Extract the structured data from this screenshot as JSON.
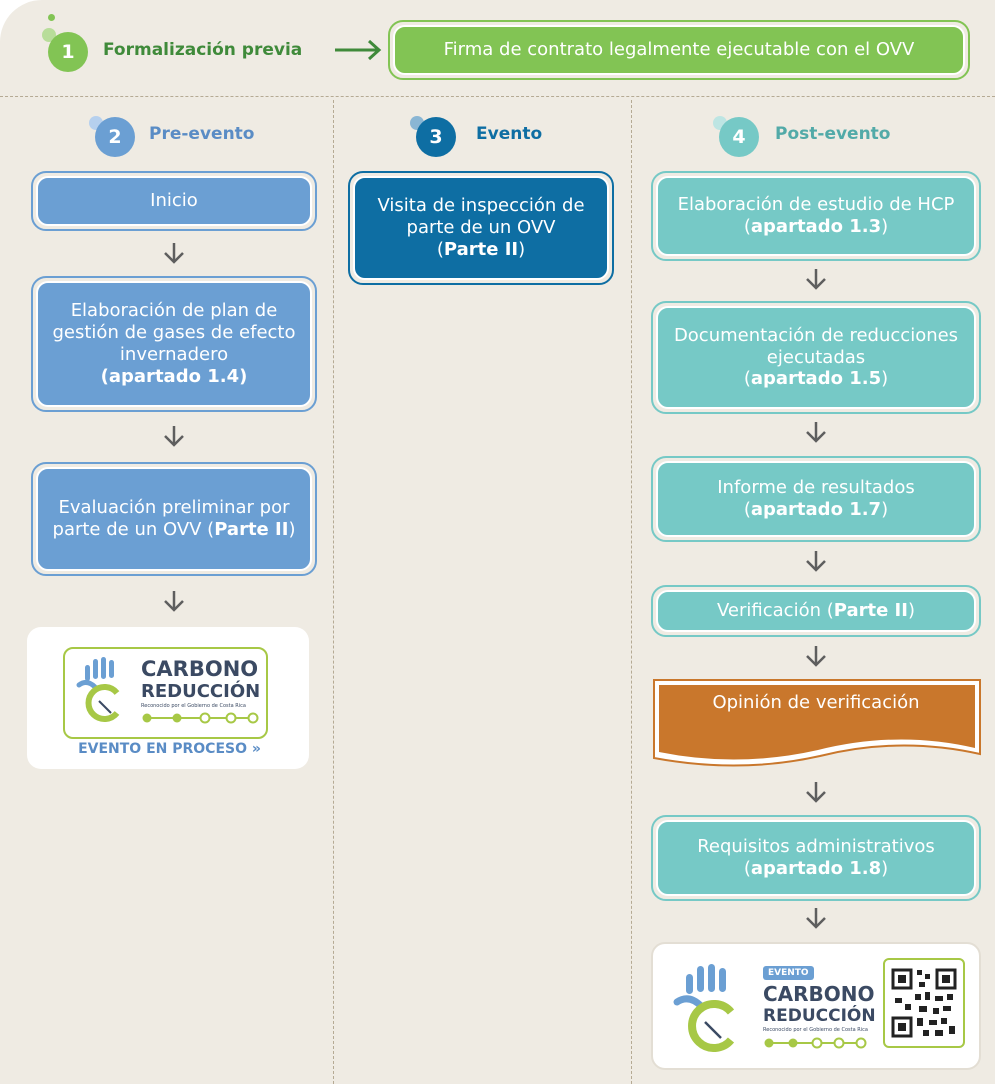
{
  "header": {
    "number": "1",
    "title": "Formalización previa",
    "box_text": "Firma de contrato legalmente ejecutable con el OVV"
  },
  "colors": {
    "background": "#efebe3",
    "green": "#82c454",
    "green_dark": "#3f8a3a",
    "blue": "#6b9fd3",
    "dark_blue": "#0e6ea3",
    "teal": "#76c9c6",
    "orange": "#c9772c",
    "arrow": "#5e5e5e"
  },
  "phases": {
    "pre": {
      "number": "2",
      "title": "Pre-evento",
      "steps": [
        {
          "text": "Inicio",
          "bold": ""
        },
        {
          "text": "Elaboración de plan de gestión de gases de efecto invernadero",
          "bold": "(apartado 1.4)"
        },
        {
          "text": "Evaluación preliminar por parte de un OVV (",
          "bold": "Parte II",
          "suffix": ")"
        }
      ]
    },
    "event": {
      "number": "3",
      "title": "Evento",
      "steps": [
        {
          "text": "Visita de inspección de parte de un OVV",
          "prefix": "(",
          "bold": "Parte II",
          "suffix": ")"
        }
      ]
    },
    "post": {
      "number": "4",
      "title": "Post-evento",
      "steps": [
        {
          "text": "Elaboración de estudio de HCP (",
          "bold": "apartado 1.3",
          "suffix": ")"
        },
        {
          "text": "Documentación de reducciones ejecutadas",
          "prefix": "(",
          "bold": "apartado 1.5",
          "suffix": ")"
        },
        {
          "text": "Informe de resultados",
          "prefix": "(",
          "bold": "apartado 1.7",
          "suffix": ")"
        },
        {
          "text": "Verificación (",
          "bold": "Parte II",
          "suffix": ")"
        },
        {
          "text": "Opinión de verificación"
        },
        {
          "text": "Requisitos administrativos",
          "prefix": "(",
          "bold": "apartado 1.8",
          "suffix": ")"
        }
      ]
    }
  },
  "logo_process": {
    "line1": "CARBONO",
    "line2": "REDUCCIÓN",
    "small": "Reconocido por el Gobierno de Costa Rica",
    "footer": "EVENTO EN PROCESO",
    "footer_icon": "double-chevron-right-icon"
  },
  "logo_final": {
    "tag": "EVENTO",
    "line1": "CARBONO",
    "line2": "REDUCCIÓN",
    "small": "Reconocido por el Gobierno de Costa Rica",
    "qr_icon": "qr-code-icon"
  }
}
